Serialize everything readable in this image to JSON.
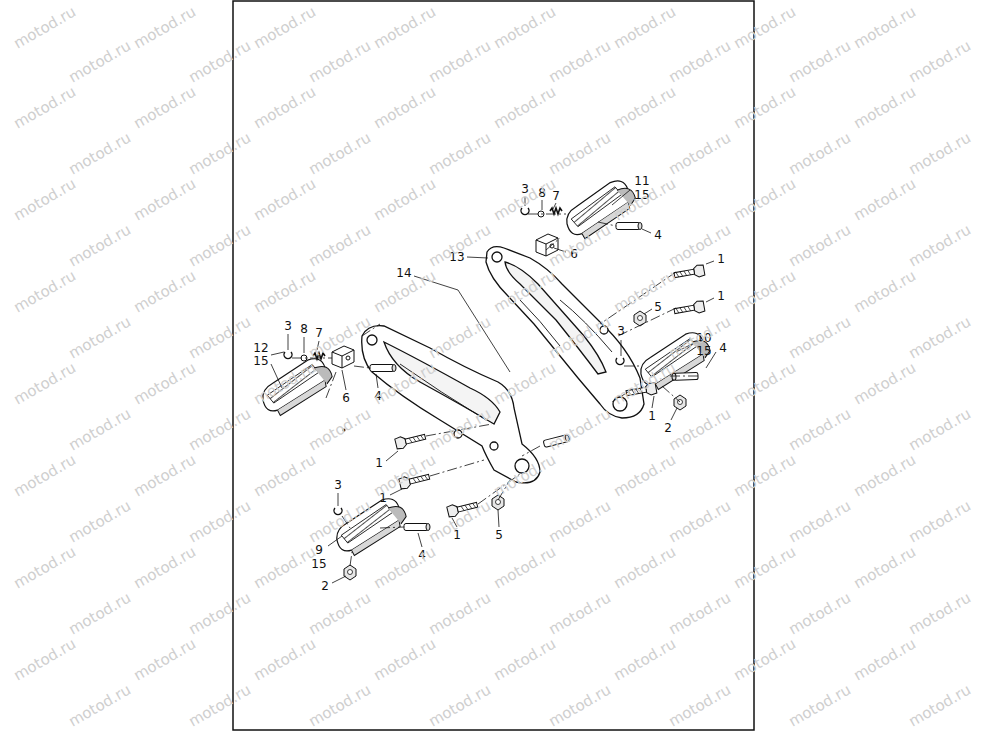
{
  "diagram": {
    "labels": [
      "3",
      "8",
      "7",
      "11",
      "15",
      "4",
      "6",
      "13",
      "1",
      "1",
      "5",
      "3",
      "10",
      "15",
      "4",
      "1",
      "2",
      "14",
      "3",
      "8",
      "7",
      "12",
      "15",
      "6",
      "4",
      "1",
      "1",
      "3",
      "1",
      "5",
      "4",
      "9",
      "15",
      "2",
      "motod.ru",
      "motod.ru",
      "motod.ru",
      "motod.ru",
      "motod.ru",
      "motod.ru",
      "motod.ru",
      "motod.ru",
      "motod.ru",
      "motod.ru",
      "motod.ru",
      "motod.ru",
      "motod.ru",
      "motod.ru",
      "motod.ru",
      "motod.ru",
      "motod.ru",
      "motod.ru",
      "motod.ru",
      "motod.ru",
      "motod.ru",
      "motod.ru",
      "motod.ru",
      "motod.ru",
      "motod.ru",
      "motod.ru",
      "motod.ru",
      "motod.ru",
      "motod.ru",
      "motod.ru",
      "motod.ru",
      "motod.ru",
      "motod.ru",
      "motod.ru",
      "motod.ru",
      "motod.ru",
      "motod.ru",
      "motod.ru",
      "motod.ru",
      "motod.ru",
      "motod.ru",
      "motod.ru",
      "motod.ru",
      "motod.ru",
      "motod.ru",
      "motod.ru",
      "motod.ru",
      "motod.ru",
      "motod.ru",
      "motod.ru",
      "motod.ru",
      "motod.ru",
      "motod.ru",
      "motod.ru",
      "motod.ru",
      "motod.ru",
      "motod.ru",
      "motod.ru",
      "motod.ru",
      "motod.ru",
      "motod.ru",
      "motod.ru",
      "motod.ru",
      "motod.ru",
      "motod.ru",
      "motod.ru",
      "motod.ru",
      "motod.ru",
      "motod.ru",
      "motod.ru",
      "motod.ru",
      "motod.ru",
      "motod.ru",
      "motod.ru",
      "motod.ru",
      "motod.ru",
      "motod.ru",
      "motod.ru",
      "motod.ru",
      "motod.ru",
      "motod.ru",
      "motod.ru",
      "motod.ru",
      "motod.ru",
      "motod.ru",
      "motod.ru",
      "motod.ru",
      "motod.ru",
      "motod.ru",
      "motod.ru",
      "motod.ru",
      "motod.ru",
      "motod.ru",
      "motod.ru",
      "motod.ru",
      "motod.ru",
      "motod.ru",
      "motod.ru",
      "motod.ru",
      "motod.ru",
      "motod.ru",
      "motod.ru",
      "motod.ru",
      "motod.ru",
      "motod.ru",
      "motod.ru",
      "motod.ru",
      "motod.ru",
      "motod.ru",
      "motod.ru",
      "motod.ru",
      "motod.ru",
      "motod.ru",
      "motod.ru",
      "motod.ru",
      "motod.ru",
      "motod.ru",
      "motod.ru",
      "motod.ru",
      "motod.ru",
      "motod.ru",
      "motod.ru",
      "motod.ru",
      "motod.ru",
      "motod.ru",
      "motod.ru",
      "motod.ru",
      "motod.ru"
    ]
  }
}
